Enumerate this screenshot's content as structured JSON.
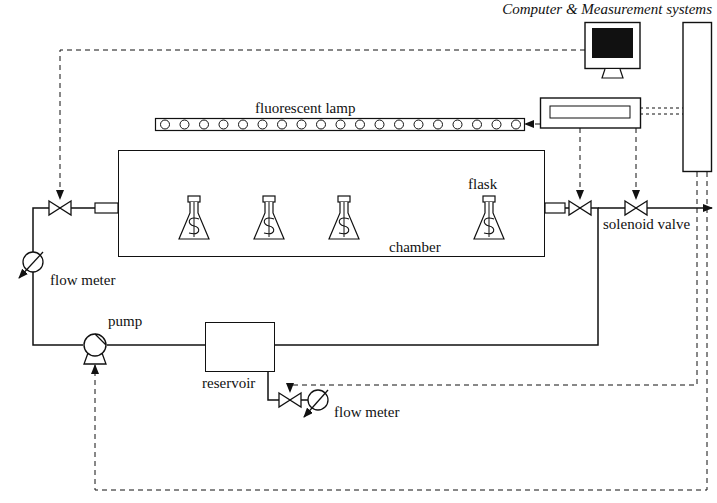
{
  "diagram": {
    "nodes": [
      {
        "text": [
          "chamber"
        ]
      },
      {
        "text": [
          "fluorescent lamp"
        ]
      },
      {
        "text": [
          "pump"
        ]
      },
      {
        "text": [
          "reservoir"
        ]
      },
      {
        "text": [
          "Computer & Measurement systems"
        ]
      }
    ],
    "edges": [
      {
        "from": 3,
        "to": 2,
        "arrow": "none"
      },
      {
        "from": 2,
        "to": 0,
        "arrow": "none"
      },
      {
        "from": 0,
        "to": 3,
        "arrow": "none"
      },
      {
        "from": 4,
        "to": 1,
        "arrow": "to"
      },
      {
        "from": 4,
        "to": 2,
        "arrow": "to"
      }
    ],
    "labels": [
      "flask",
      "flow meter",
      "solenoid valve",
      "flow meter"
    ]
  }
}
